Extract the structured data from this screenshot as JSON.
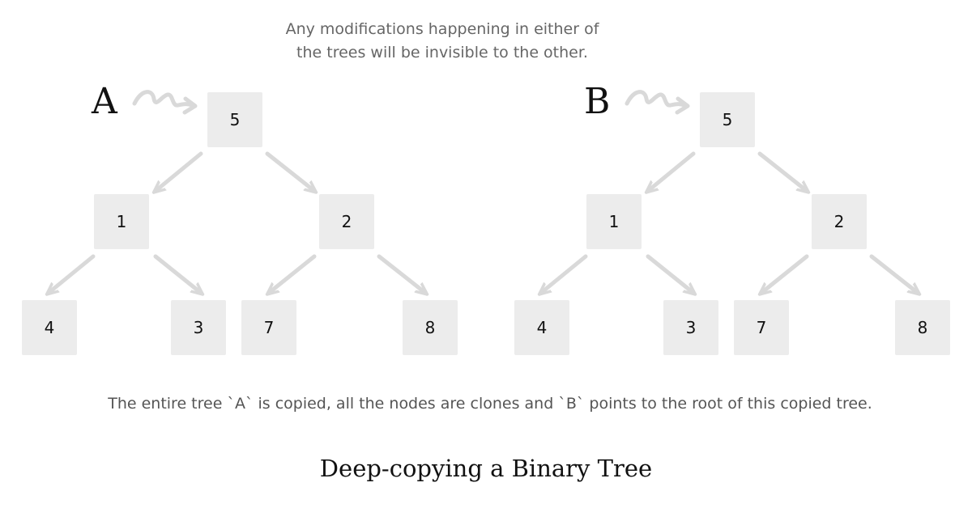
{
  "note": {
    "line1": "Any modifications happening in either of",
    "line2": "the trees will be invisible to the other."
  },
  "trees": [
    {
      "label": "A",
      "nodes": {
        "root": "5",
        "left": "1",
        "right": "2",
        "left_left": "4",
        "left_right": "3",
        "right_left": "7",
        "right_right": "8"
      }
    },
    {
      "label": "B",
      "nodes": {
        "root": "5",
        "left": "1",
        "right": "2",
        "left_left": "4",
        "left_right": "3",
        "right_left": "7",
        "right_right": "8"
      }
    }
  ],
  "caption": "The entire tree `A` is copied, all the nodes are clones and `B` points to the root of this copied tree.",
  "title": "Deep-copying a Binary Tree",
  "colors": {
    "node_fill": "#ececec",
    "arrow": "#dadada",
    "text": "#111111",
    "muted_text": "#666666"
  }
}
